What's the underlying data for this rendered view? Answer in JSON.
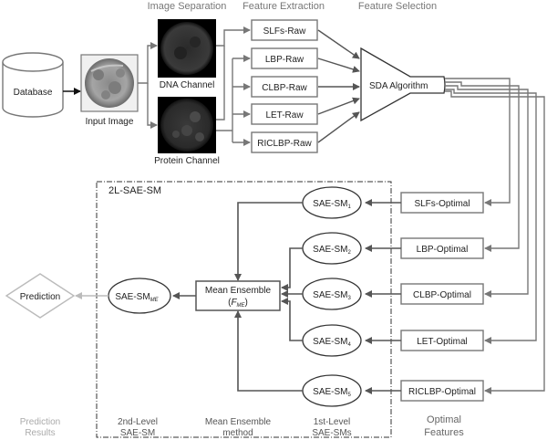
{
  "stages": {
    "image_separation": "Image Separation",
    "feature_extraction": "Feature Extraction",
    "feature_selection": "Feature Selection"
  },
  "database": "Database",
  "input_image": "Input Image",
  "dna_channel": "DNA Channel",
  "protein_channel": "Protein Channel",
  "raw_features": [
    "SLFs-Raw",
    "LBP-Raw",
    "CLBP-Raw",
    "LET-Raw",
    "RICLBP-Raw"
  ],
  "sda": "SDA Algorithm",
  "optimal_features": [
    "SLFs-Optimal",
    "LBP-Optimal",
    "CLBP-Optimal",
    "LET-Optimal",
    "RICLBP-Optimal"
  ],
  "framework_title": "2L-SAE-SM",
  "first_level": [
    {
      "base": "SAE-SM",
      "sub": "1"
    },
    {
      "base": "SAE-SM",
      "sub": "2"
    },
    {
      "base": "SAE-SM",
      "sub": "3"
    },
    {
      "base": "SAE-SM",
      "sub": "4"
    },
    {
      "base": "SAE-SM",
      "sub": "5"
    }
  ],
  "mean_ensemble": {
    "line1": "Mean Ensemble",
    "open": "(",
    "f": "F",
    "sub": "ME",
    "close": ")"
  },
  "second_level": {
    "base": "SAE-SM",
    "sub": "ME"
  },
  "prediction": "Prediction",
  "bottom_labels": {
    "prediction_results": [
      "Prediction",
      "Results"
    ],
    "second_level": [
      "2nd-Level",
      "SAE-SM"
    ],
    "mean_method": [
      "Mean Ensemble",
      "method"
    ],
    "first_level": [
      "1st-Level",
      "SAE-SMs"
    ],
    "optimal": [
      "Optimal",
      "Features"
    ]
  }
}
